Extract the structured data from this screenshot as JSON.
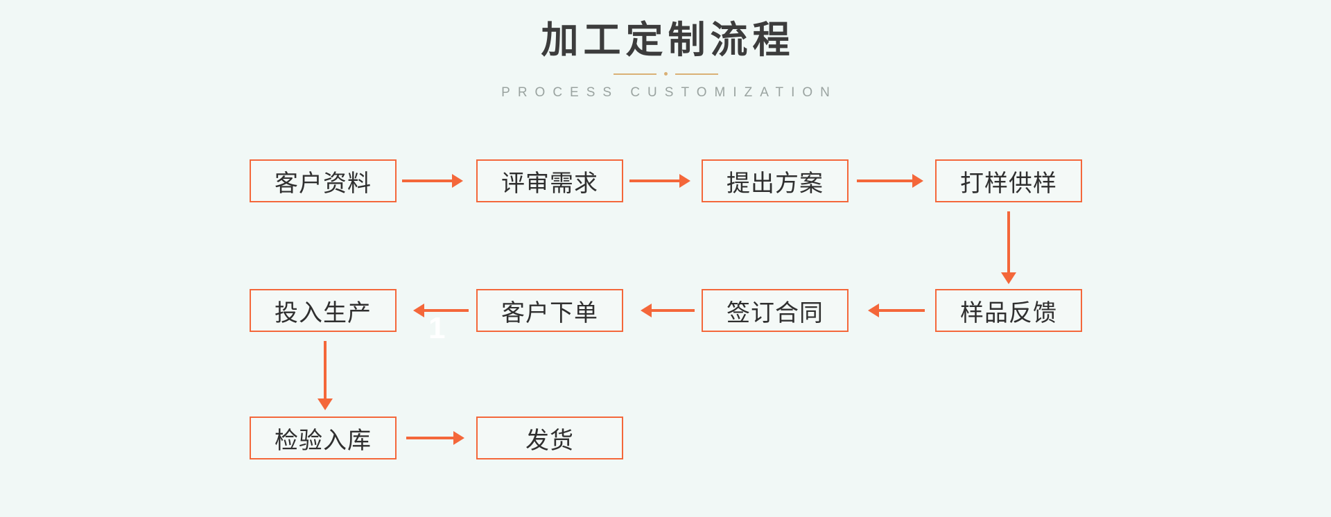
{
  "header": {
    "title": "加工定制流程",
    "subtitle": "P R O C E S S   C U S T O M I Z A T I O N",
    "subtitle_plain": "PROCESS CUSTOMIZATION",
    "ornament": "line-dot-line-divider"
  },
  "theme": {
    "background": "#f1f8f6",
    "node_fill": "#f4f9f7",
    "accent": "#f4673a",
    "title_color": "#3c3c3c",
    "subtitle_color": "#9aa3a0",
    "ornament_color": "#d9b075",
    "node_text_color": "#2f2f2f"
  },
  "flow": {
    "rows": [
      {
        "direction": "left-to-right",
        "nodes": [
          {
            "label": "客户资料"
          },
          {
            "label": "评审需求"
          },
          {
            "label": "提出方案"
          },
          {
            "label": "打样供样"
          }
        ]
      },
      {
        "direction": "right-to-left",
        "nodes": [
          {
            "label": "投入生产"
          },
          {
            "label": "客户下单"
          },
          {
            "label": "签订合同"
          },
          {
            "label": "样品反馈"
          }
        ]
      },
      {
        "direction": "left-to-right",
        "nodes": [
          {
            "label": "检验入库"
          },
          {
            "label": "发货"
          }
        ]
      }
    ],
    "connectors": [
      {
        "name": "arrow-khzl-to-psxq",
        "type": "arrow-right"
      },
      {
        "name": "arrow-psxq-to-tcfa",
        "type": "arrow-right"
      },
      {
        "name": "arrow-tcfa-to-dygy",
        "type": "arrow-right"
      },
      {
        "name": "arrow-dygy-to-spfk",
        "type": "arrow-down"
      },
      {
        "name": "arrow-spfk-to-qdht",
        "type": "arrow-left"
      },
      {
        "name": "arrow-qdht-to-khxd",
        "type": "arrow-left"
      },
      {
        "name": "arrow-khxd-to-trsc",
        "type": "arrow-left"
      },
      {
        "name": "arrow-trsc-to-jyrk",
        "type": "arrow-down"
      },
      {
        "name": "arrow-jyrk-to-fh",
        "type": "arrow-right"
      }
    ],
    "artifact": "1"
  }
}
